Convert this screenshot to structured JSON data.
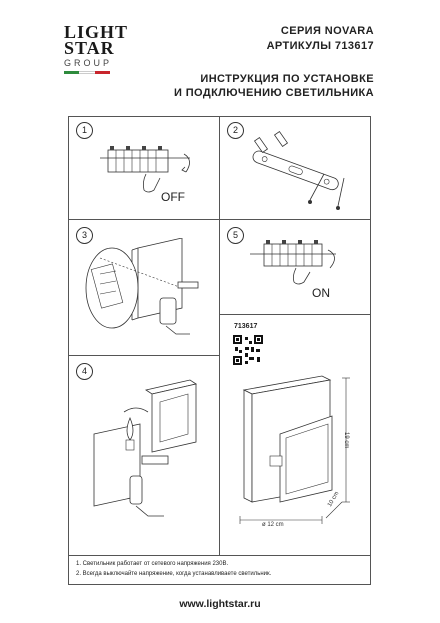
{
  "logo": {
    "line1": "LIGHT",
    "line2": "STAR",
    "line3": "GROUP",
    "flag_colors": [
      "#2e8b3d",
      "#ffffff",
      "#c8252c"
    ]
  },
  "header": {
    "series": "СЕРИЯ NOVARA",
    "articles": "АРТИКУЛЫ 713617",
    "title_line1": "ИНСТРУКЦИЯ ПО УСТАНОВКЕ",
    "title_line2": "И ПОДКЛЮЧЕНИЮ СВЕТИЛЬНИКА"
  },
  "steps": [
    {
      "number": "1",
      "caption": "OFF"
    },
    {
      "number": "2",
      "caption": ""
    },
    {
      "number": "3",
      "caption": ""
    },
    {
      "number": "5",
      "caption": "ON"
    },
    {
      "number": "4",
      "caption": ""
    }
  ],
  "product": {
    "article": "713617",
    "dim_height": "19 cm",
    "dim_diameter": "ø 12 cm",
    "dim_depth": "10 cm"
  },
  "notes": [
    "1. Светильник работает от сетевого напряжения 230В.",
    "2. Всегда выключайте напряжение, когда устанавливаете светильник."
  ],
  "footer": {
    "website": "www.lightstar.ru"
  }
}
